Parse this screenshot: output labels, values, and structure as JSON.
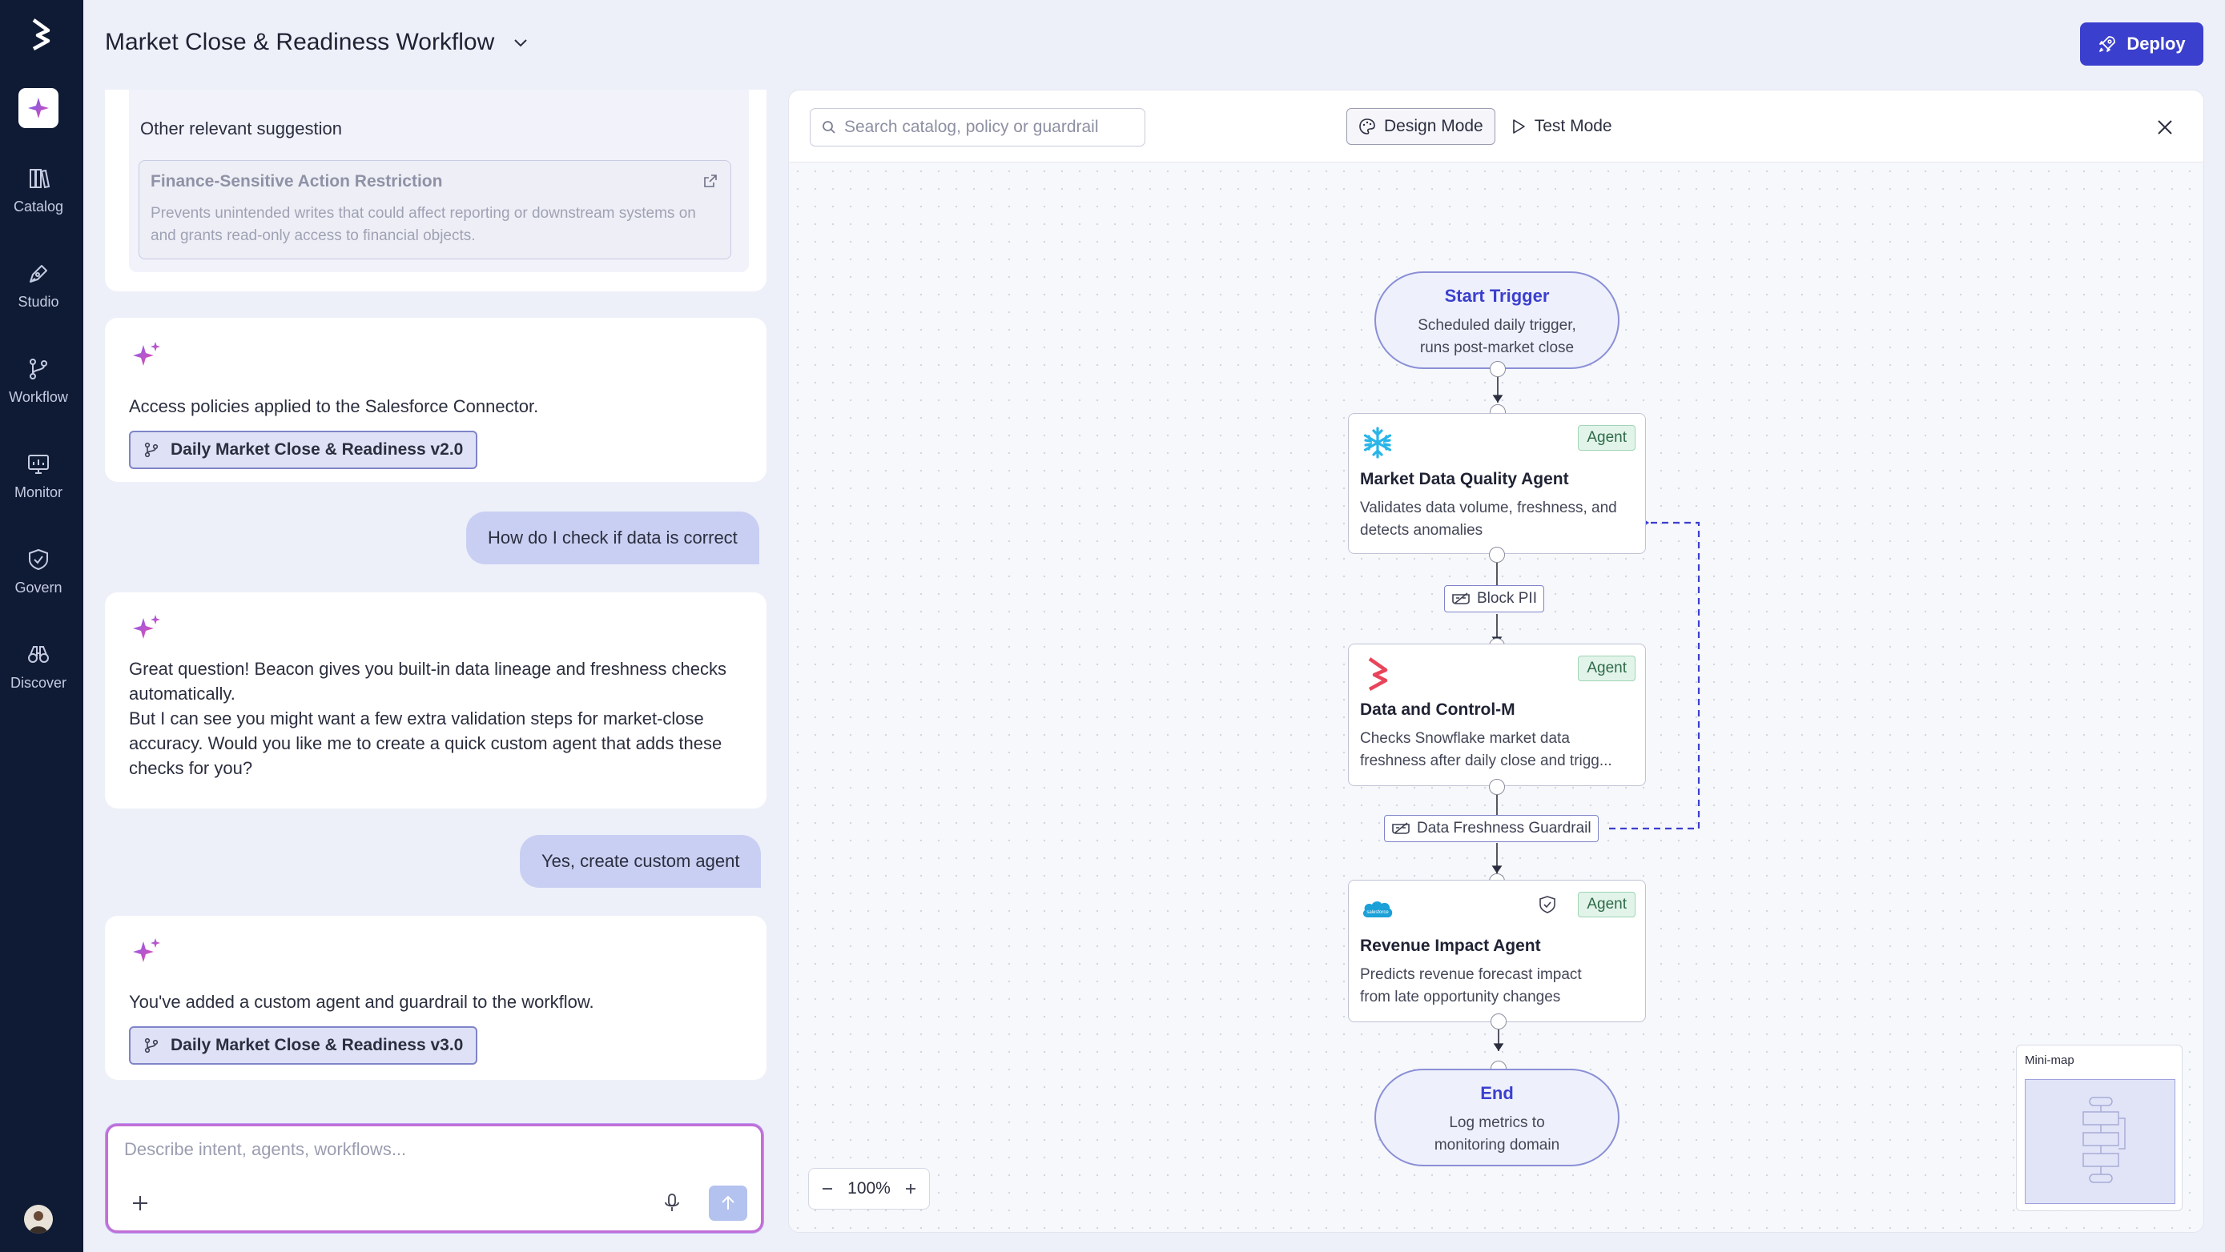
{
  "header": {
    "title": "Market Close & Readiness Workflow",
    "deploy_label": "Deploy"
  },
  "nav": {
    "items": [
      {
        "label": "Catalog",
        "icon": "book-icon"
      },
      {
        "label": "Studio",
        "icon": "pen-icon"
      },
      {
        "label": "Workflow",
        "icon": "branch-icon"
      },
      {
        "label": "Monitor",
        "icon": "chart-monitor-icon"
      },
      {
        "label": "Govern",
        "icon": "shield-check-icon"
      },
      {
        "label": "Discover",
        "icon": "binoculars-icon"
      }
    ]
  },
  "chat": {
    "suggestion_heading": "Other relevant suggestion",
    "suggestion": {
      "title": "Finance-Sensitive Action Restriction",
      "desc": "Prevents unintended writes that could affect reporting or downstream systems on and grants read-only access to financial objects."
    },
    "msg1": {
      "text": "Access policies applied to the Salesforce Connector.",
      "chip": "Daily Market Close & Readiness v2.0"
    },
    "user1": "How do I check if data is correct",
    "msg2": {
      "lines": [
        "Great question! Beacon gives you built-in data lineage and freshness checks",
        "automatically.",
        "But I can see you might want a few extra validation steps for market-close",
        "accuracy. Would you like me to create a quick custom agent that adds these",
        "checks for you?"
      ]
    },
    "user2": "Yes, create custom agent",
    "msg3": {
      "text": "You've added a custom agent and guardrail to the workflow.",
      "chip": "Daily Market Close & Readiness v3.0"
    },
    "composer_placeholder": "Describe intent, agents, workflows..."
  },
  "canvas": {
    "search_placeholder": "Search catalog, policy or guardrail",
    "design_mode": "Design Mode",
    "test_mode": "Test Mode",
    "zoom": "100%",
    "minimap_label": "Mini-map",
    "start": {
      "title": "Start Trigger",
      "desc1": "Scheduled daily trigger,",
      "desc2": "runs post-market close"
    },
    "agent1": {
      "badge": "Agent",
      "title": "Market Data Quality Agent",
      "desc1": "Validates data volume, freshness, and",
      "desc2": "detects anomalies",
      "icon": "snowflake-icon"
    },
    "guard1": "Block PII",
    "agent2": {
      "badge": "Agent",
      "title": "Data and Control-M",
      "desc1": "Checks Snowflake market data",
      "desc2": "freshness after daily close and trigg...",
      "icon": "beacon-logo-icon"
    },
    "guard2": "Data Freshness Guardrail",
    "agent3": {
      "badge": "Agent",
      "title": "Revenue Impact Agent",
      "desc1": "Predicts revenue forecast impact",
      "desc2": "from late opportunity changes",
      "icon": "salesforce-icon"
    },
    "end": {
      "title": "End",
      "desc1": "Log metrics to",
      "desc2": "monitoring domain"
    }
  },
  "colors": {
    "accent": "#3b3fce",
    "rail": "#0f1b35",
    "agent_badge": "#e2f4ea"
  }
}
